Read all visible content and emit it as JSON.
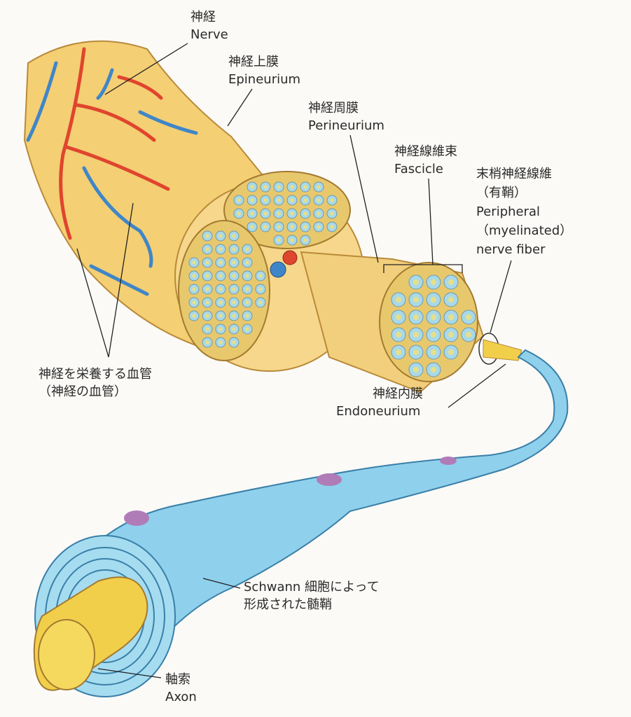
{
  "labels": {
    "nerve": {
      "ja": "神経",
      "en": "Nerve"
    },
    "epineurium": {
      "ja": "神経上膜",
      "en": "Epineurium"
    },
    "perineurium": {
      "ja": "神経周膜",
      "en": "Perineurium"
    },
    "fascicle": {
      "ja": "神経線維束",
      "en": "Fascicle"
    },
    "peripheral_fiber": {
      "ja1": "末梢神経線維",
      "ja2": "（有鞘）",
      "en1": "Peripheral",
      "en2": "（myelinated）",
      "en3": "nerve fiber"
    },
    "vessels": {
      "ja1": "神経を栄養する血管",
      "ja2": "（神経の血管）"
    },
    "endoneurium": {
      "ja": "神経内膜",
      "en": "Endoneurium"
    },
    "myelin": {
      "line1": "Schwann 細胞によって",
      "line2": "形成された髄鞘"
    },
    "axon": {
      "ja": "軸索",
      "en": "Axon"
    }
  },
  "colors": {
    "nerve": "#f4cf74",
    "nerve_edge": "#b98a3a",
    "artery": "#e0452e",
    "vein": "#3f86c8",
    "myelin": "#8fd0ec",
    "axon": "#f2cf4a"
  }
}
